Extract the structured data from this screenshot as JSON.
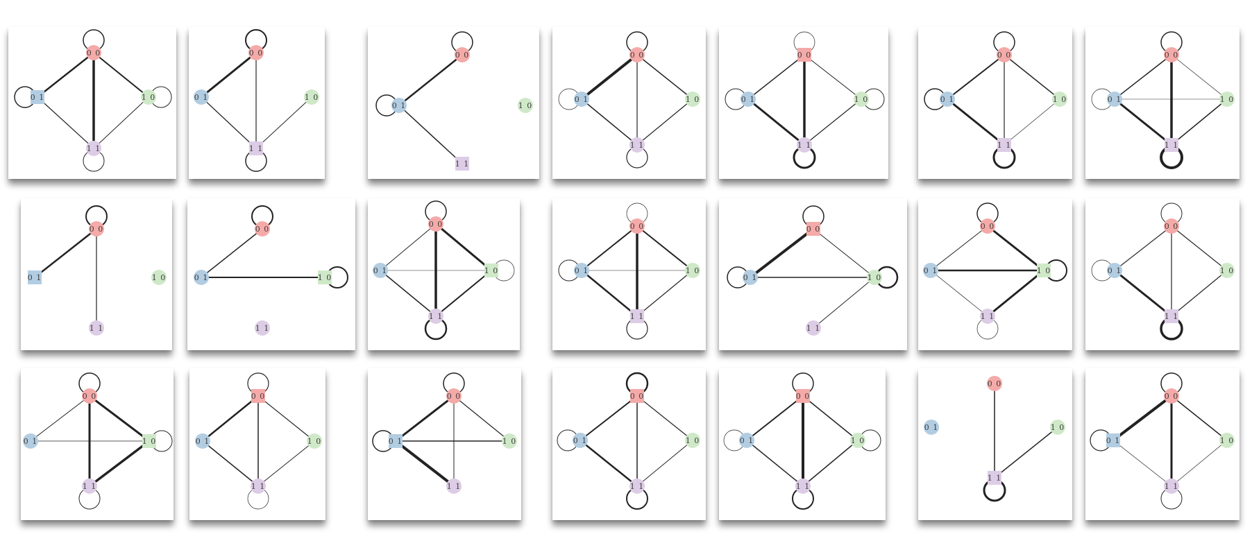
{
  "node_styles": {
    "00": {
      "fill": "#f4aaa8"
    },
    "01": {
      "fill": "#b2cde2"
    },
    "10": {
      "fill": "#cfe9c8"
    },
    "11": {
      "fill": "#ddcce5"
    }
  },
  "edge_color": "#222222",
  "graphs": [
    {
      "nodes": [
        {
          "id": "00",
          "label": "0 0",
          "shape": "circle",
          "loop": 1.5
        },
        {
          "id": "01",
          "label": "0 1",
          "shape": "square",
          "loop": 1.5
        },
        {
          "id": "10",
          "label": "1 0",
          "shape": "circle",
          "loop": 1
        },
        {
          "id": "11",
          "label": "1 1",
          "shape": "circle",
          "loop": 1
        }
      ],
      "edges": [
        [
          "00",
          "01",
          2.5
        ],
        [
          "00",
          "10",
          2
        ],
        [
          "00",
          "11",
          3.5
        ],
        [
          "01",
          "11",
          1.2
        ],
        [
          "10",
          "11",
          1
        ]
      ]
    },
    {
      "nodes": [
        {
          "id": "00",
          "label": "0 0",
          "shape": "circle",
          "loop": 2
        },
        {
          "id": "01",
          "label": "0 1",
          "shape": "circle",
          "loop": 0
        },
        {
          "id": "10",
          "label": "1 0",
          "shape": "circle",
          "loop": 0
        },
        {
          "id": "11",
          "label": "1 1",
          "shape": "square",
          "loop": 1.5
        }
      ],
      "edges": [
        [
          "00",
          "01",
          3
        ],
        [
          "00",
          "11",
          1.2
        ],
        [
          "01",
          "11",
          1.2
        ],
        [
          "10",
          "11",
          1
        ]
      ]
    },
    {
      "nodes": [
        {
          "id": "00",
          "label": "0 0",
          "shape": "circle",
          "loop": 1.5
        },
        {
          "id": "01",
          "label": "0 1",
          "shape": "circle",
          "loop": 1.5
        },
        {
          "id": "10",
          "label": "1 0",
          "shape": "circle",
          "loop": 0
        },
        {
          "id": "11",
          "label": "1 1",
          "shape": "square",
          "loop": 0
        }
      ],
      "edges": [
        [
          "00",
          "01",
          2.5
        ],
        [
          "01",
          "11",
          1.5
        ]
      ]
    },
    {
      "nodes": [
        {
          "id": "00",
          "label": "0 0",
          "shape": "circle",
          "loop": 1.5
        },
        {
          "id": "01",
          "label": "0 1",
          "shape": "circle",
          "loop": 0.7
        },
        {
          "id": "10",
          "label": "1 0",
          "shape": "circle",
          "loop": 0
        },
        {
          "id": "11",
          "label": "1 1",
          "shape": "circle",
          "loop": 1.2
        }
      ],
      "edges": [
        [
          "00",
          "01",
          4
        ],
        [
          "00",
          "10",
          1.5
        ],
        [
          "00",
          "11",
          1.2
        ],
        [
          "01",
          "11",
          1.5
        ],
        [
          "10",
          "11",
          1.2
        ]
      ]
    },
    {
      "nodes": [
        {
          "id": "00",
          "label": "0 0",
          "shape": "square",
          "loop": 0.7
        },
        {
          "id": "01",
          "label": "0 1",
          "shape": "circle",
          "loop": 1
        },
        {
          "id": "10",
          "label": "1 0",
          "shape": "circle",
          "loop": 1
        },
        {
          "id": "11",
          "label": "1 1",
          "shape": "circle",
          "loop": 3
        }
      ],
      "edges": [
        [
          "00",
          "01",
          1.5
        ],
        [
          "00",
          "10",
          1
        ],
        [
          "00",
          "11",
          3.5
        ],
        [
          "01",
          "11",
          3
        ],
        [
          "10",
          "11",
          1.2
        ]
      ]
    },
    {
      "nodes": [
        {
          "id": "00",
          "label": "0 0",
          "shape": "circle",
          "loop": 1.5
        },
        {
          "id": "01",
          "label": "0 1",
          "shape": "circle",
          "loop": 1.5
        },
        {
          "id": "10",
          "label": "1 0",
          "shape": "circle",
          "loop": 0
        },
        {
          "id": "11",
          "label": "1 1",
          "shape": "square",
          "loop": 3
        }
      ],
      "edges": [
        [
          "00",
          "01",
          2
        ],
        [
          "00",
          "10",
          1.5
        ],
        [
          "00",
          "11",
          1.2
        ],
        [
          "01",
          "11",
          3
        ],
        [
          "10",
          "11",
          0.7
        ]
      ]
    },
    {
      "nodes": [
        {
          "id": "00",
          "label": "0 0",
          "shape": "circle",
          "loop": 1.5
        },
        {
          "id": "01",
          "label": "0 1",
          "shape": "circle",
          "loop": 0.7
        },
        {
          "id": "10",
          "label": "1 0",
          "shape": "circle",
          "loop": 0
        },
        {
          "id": "11",
          "label": "1 1",
          "shape": "square",
          "loop": 4
        }
      ],
      "edges": [
        [
          "00",
          "01",
          1.5
        ],
        [
          "00",
          "10",
          0.7
        ],
        [
          "00",
          "11",
          3.5
        ],
        [
          "01",
          "10",
          0.5
        ],
        [
          "01",
          "11",
          3
        ],
        [
          "10",
          "11",
          1.5
        ]
      ]
    },
    {
      "nodes": [
        {
          "id": "00",
          "label": "0 0",
          "shape": "circle",
          "loop": 2
        },
        {
          "id": "01",
          "label": "0 1",
          "shape": "square",
          "loop": 0
        },
        {
          "id": "10",
          "label": "1 0",
          "shape": "circle",
          "loop": 0
        },
        {
          "id": "11",
          "label": "1 1",
          "shape": "circle",
          "loop": 0
        }
      ],
      "edges": [
        [
          "00",
          "01",
          2.5
        ],
        [
          "00",
          "11",
          1.2
        ]
      ]
    },
    {
      "nodes": [
        {
          "id": "00",
          "label": "0 0",
          "shape": "circle",
          "loop": 2
        },
        {
          "id": "01",
          "label": "0 1",
          "shape": "circle",
          "loop": 0
        },
        {
          "id": "10",
          "label": "1 0",
          "shape": "square",
          "loop": 2
        },
        {
          "id": "11",
          "label": "1 1",
          "shape": "circle",
          "loop": 0
        }
      ],
      "edges": [
        [
          "00",
          "01",
          1.5
        ],
        [
          "01",
          "10",
          2
        ]
      ]
    },
    {
      "nodes": [
        {
          "id": "00",
          "label": "0 0",
          "shape": "circle",
          "loop": 1.5
        },
        {
          "id": "01",
          "label": "0 1",
          "shape": "circle",
          "loop": 0
        },
        {
          "id": "10",
          "label": "1 0",
          "shape": "square",
          "loop": 0.7
        },
        {
          "id": "11",
          "label": "1 1",
          "shape": "circle",
          "loop": 2.5
        }
      ],
      "edges": [
        [
          "00",
          "01",
          1
        ],
        [
          "00",
          "10",
          3
        ],
        [
          "00",
          "11",
          3.5
        ],
        [
          "01",
          "10",
          0.5
        ],
        [
          "01",
          "11",
          1.5
        ],
        [
          "10",
          "11",
          2
        ]
      ]
    },
    {
      "nodes": [
        {
          "id": "00",
          "label": "0 0",
          "shape": "circle",
          "loop": 0.7
        },
        {
          "id": "01",
          "label": "0 1",
          "shape": "circle",
          "loop": 1
        },
        {
          "id": "10",
          "label": "1 0",
          "shape": "circle",
          "loop": 0
        },
        {
          "id": "11",
          "label": "1 1",
          "shape": "square",
          "loop": 1.2
        }
      ],
      "edges": [
        [
          "00",
          "01",
          2
        ],
        [
          "00",
          "10",
          2
        ],
        [
          "00",
          "11",
          3.5
        ],
        [
          "01",
          "10",
          0.5
        ],
        [
          "01",
          "11",
          2.5
        ],
        [
          "10",
          "11",
          1.2
        ]
      ]
    },
    {
      "nodes": [
        {
          "id": "00",
          "label": "0 0",
          "shape": "square",
          "loop": 1.5
        },
        {
          "id": "01",
          "label": "0 1",
          "shape": "circle",
          "loop": 1.5
        },
        {
          "id": "10",
          "label": "1 0",
          "shape": "circle",
          "loop": 2.5
        },
        {
          "id": "11",
          "label": "1 1",
          "shape": "circle",
          "loop": 0
        }
      ],
      "edges": [
        [
          "00",
          "01",
          4
        ],
        [
          "00",
          "10",
          1
        ],
        [
          "01",
          "10",
          1.5
        ],
        [
          "10",
          "11",
          1
        ]
      ]
    },
    {
      "nodes": [
        {
          "id": "00",
          "label": "0 0",
          "shape": "circle",
          "loop": 1.5
        },
        {
          "id": "01",
          "label": "0 1",
          "shape": "circle",
          "loop": 0
        },
        {
          "id": "10",
          "label": "1 0",
          "shape": "square",
          "loop": 2
        },
        {
          "id": "11",
          "label": "1 1",
          "shape": "circle",
          "loop": 0.7
        }
      ],
      "edges": [
        [
          "00",
          "01",
          1
        ],
        [
          "00",
          "10",
          3
        ],
        [
          "01",
          "10",
          2.5
        ],
        [
          "01",
          "11",
          0.7
        ],
        [
          "10",
          "11",
          3
        ]
      ]
    },
    {
      "nodes": [
        {
          "id": "00",
          "label": "0 0",
          "shape": "circle",
          "loop": 1
        },
        {
          "id": "01",
          "label": "0 1",
          "shape": "circle",
          "loop": 0.7
        },
        {
          "id": "10",
          "label": "1 0",
          "shape": "circle",
          "loop": 0
        },
        {
          "id": "11",
          "label": "1 1",
          "shape": "square",
          "loop": 3.5
        }
      ],
      "edges": [
        [
          "00",
          "01",
          1.2
        ],
        [
          "00",
          "10",
          1.2
        ],
        [
          "00",
          "11",
          1.2
        ],
        [
          "01",
          "11",
          3
        ],
        [
          "10",
          "11",
          1.2
        ]
      ]
    },
    {
      "nodes": [
        {
          "id": "00",
          "label": "0 0",
          "shape": "circle",
          "loop": 1.5
        },
        {
          "id": "01",
          "label": "0 1",
          "shape": "circle",
          "loop": 0
        },
        {
          "id": "10",
          "label": "1 0",
          "shape": "square",
          "loop": 1
        },
        {
          "id": "11",
          "label": "1 1",
          "shape": "circle",
          "loop": 1
        }
      ],
      "edges": [
        [
          "00",
          "01",
          1
        ],
        [
          "00",
          "10",
          3
        ],
        [
          "00",
          "11",
          3
        ],
        [
          "01",
          "10",
          0.7
        ],
        [
          "10",
          "11",
          3.5
        ]
      ]
    },
    {
      "nodes": [
        {
          "id": "00",
          "label": "0 0",
          "shape": "square",
          "loop": 1.2
        },
        {
          "id": "01",
          "label": "0 1",
          "shape": "circle",
          "loop": 0
        },
        {
          "id": "10",
          "label": "1 0",
          "shape": "circle",
          "loop": 0
        },
        {
          "id": "11",
          "label": "1 1",
          "shape": "circle",
          "loop": 0.7
        }
      ],
      "edges": [
        [
          "00",
          "01",
          2.5
        ],
        [
          "00",
          "10",
          1.2
        ],
        [
          "00",
          "11",
          1.5
        ],
        [
          "01",
          "11",
          1.5
        ],
        [
          "10",
          "11",
          1
        ]
      ]
    },
    {
      "nodes": [
        {
          "id": "00",
          "label": "0 0",
          "shape": "circle",
          "loop": 1.5
        },
        {
          "id": "01",
          "label": "0 1",
          "shape": "square",
          "loop": 1.5
        },
        {
          "id": "10",
          "label": "1 0",
          "shape": "circle",
          "loop": 0
        },
        {
          "id": "11",
          "label": "1 1",
          "shape": "circle",
          "loop": 0
        }
      ],
      "edges": [
        [
          "00",
          "01",
          3
        ],
        [
          "00",
          "10",
          1.2
        ],
        [
          "00",
          "11",
          1
        ],
        [
          "01",
          "10",
          1.5
        ],
        [
          "01",
          "11",
          4
        ]
      ]
    },
    {
      "nodes": [
        {
          "id": "00",
          "label": "0 0",
          "shape": "square",
          "loop": 2.5
        },
        {
          "id": "01",
          "label": "0 1",
          "shape": "circle",
          "loop": 1
        },
        {
          "id": "10",
          "label": "1 0",
          "shape": "circle",
          "loop": 0
        },
        {
          "id": "11",
          "label": "1 1",
          "shape": "circle",
          "loop": 2
        }
      ],
      "edges": [
        [
          "00",
          "01",
          2
        ],
        [
          "00",
          "10",
          1.2
        ],
        [
          "00",
          "11",
          1.5
        ],
        [
          "01",
          "11",
          2.5
        ],
        [
          "10",
          "11",
          1
        ]
      ]
    },
    {
      "nodes": [
        {
          "id": "00",
          "label": "0 0",
          "shape": "square",
          "loop": 1.5
        },
        {
          "id": "01",
          "label": "0 1",
          "shape": "circle",
          "loop": 0.7
        },
        {
          "id": "10",
          "label": "1 0",
          "shape": "circle",
          "loop": 1
        },
        {
          "id": "11",
          "label": "1 1",
          "shape": "circle",
          "loop": 2
        }
      ],
      "edges": [
        [
          "00",
          "01",
          2
        ],
        [
          "00",
          "10",
          1.5
        ],
        [
          "00",
          "11",
          4
        ],
        [
          "01",
          "11",
          1.5
        ],
        [
          "10",
          "11",
          1.5
        ]
      ]
    },
    {
      "nodes": [
        {
          "id": "00",
          "label": "0 0",
          "shape": "circle",
          "loop": 0
        },
        {
          "id": "01",
          "label": "0 1",
          "shape": "circle",
          "loop": 0
        },
        {
          "id": "10",
          "label": "1 0",
          "shape": "circle",
          "loop": 0
        },
        {
          "id": "11",
          "label": "1 1",
          "shape": "square",
          "loop": 3
        }
      ],
      "edges": [
        [
          "00",
          "11",
          1.5
        ],
        [
          "10",
          "11",
          1.5
        ]
      ]
    },
    {
      "nodes": [
        {
          "id": "00",
          "label": "0 0",
          "shape": "circle",
          "loop": 1.5
        },
        {
          "id": "01",
          "label": "0 1",
          "shape": "square",
          "loop": 1.2
        },
        {
          "id": "10",
          "label": "1 0",
          "shape": "circle",
          "loop": 0
        },
        {
          "id": "11",
          "label": "1 1",
          "shape": "circle",
          "loop": 1
        }
      ],
      "edges": [
        [
          "00",
          "01",
          4
        ],
        [
          "00",
          "10",
          1.5
        ],
        [
          "00",
          "11",
          3
        ],
        [
          "01",
          "11",
          0.7
        ],
        [
          "10",
          "11",
          0.7
        ]
      ]
    }
  ]
}
